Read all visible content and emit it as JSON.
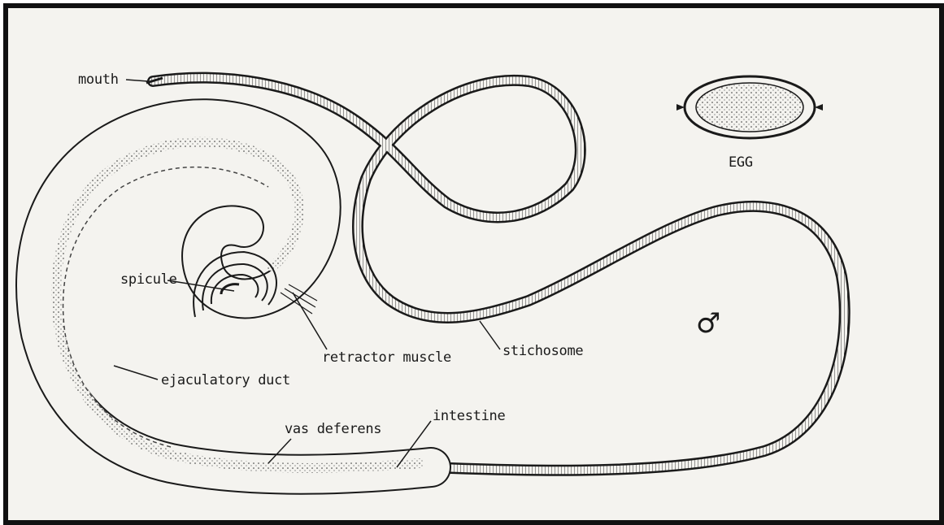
{
  "labels": {
    "mouth": "mouth",
    "egg": "EGG",
    "spicule": "spicule",
    "retractor_muscle": "retractor muscle",
    "stichosome": "stichosome",
    "ejaculatory_duct": "ejaculatory duct",
    "vas_deferens": "vas deferens",
    "intestine": "intestine",
    "male_symbol": "♂"
  },
  "colors": {
    "ink": "#1a1a1a",
    "paper": "#f4f3ef",
    "frame": "#111111"
  }
}
